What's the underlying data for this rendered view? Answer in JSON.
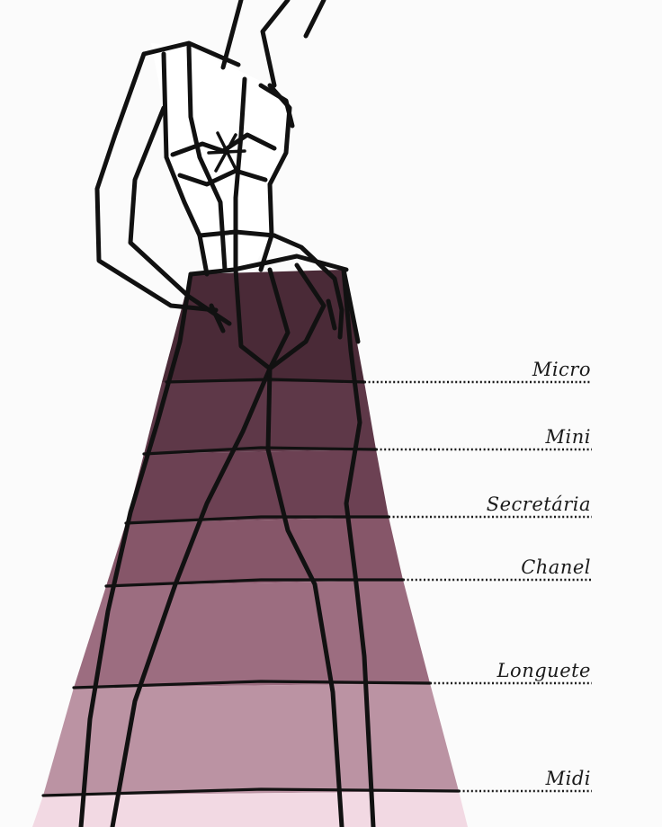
{
  "lengths": [
    {
      "label": "Micro",
      "color": "#5e3848"
    },
    {
      "label": "Mini",
      "color": "#6c4153"
    },
    {
      "label": "Secretária",
      "color": "#865669"
    },
    {
      "label": "Chanel",
      "color": "#9c6d80"
    },
    {
      "label": "Longuete",
      "color": "#bb93a3"
    },
    {
      "label": "Midi",
      "color": "#d7b9c5"
    }
  ],
  "colors": {
    "bodice": "#ffffff",
    "waist_band": "#4a2a37",
    "hem_base": "#f2d9e3",
    "ink": "#111111",
    "background": "#fbfbfb"
  }
}
